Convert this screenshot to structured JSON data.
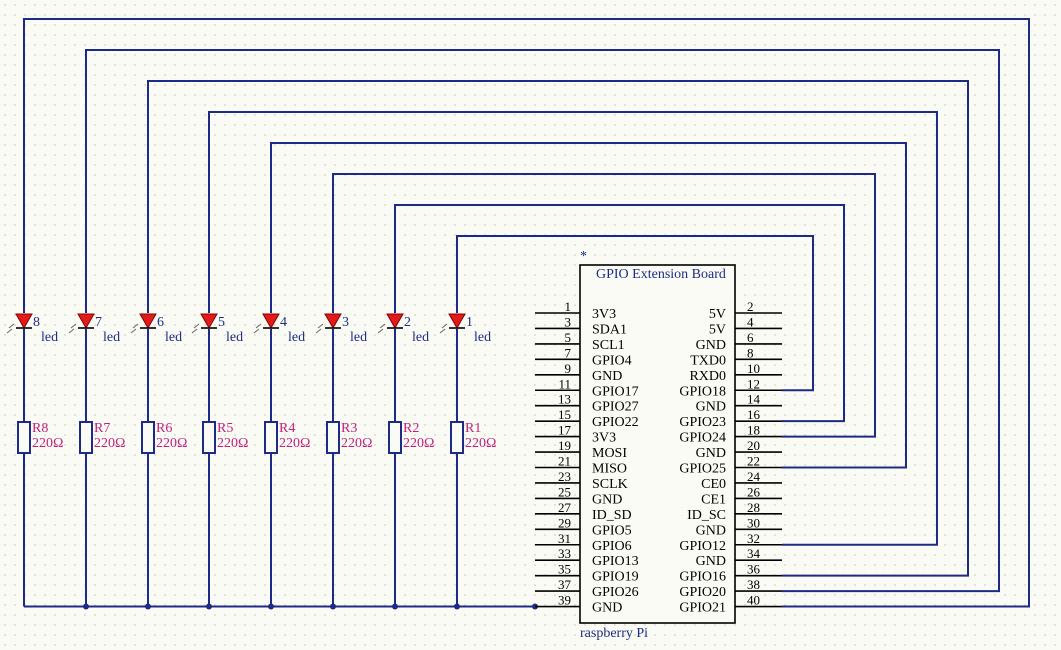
{
  "board": {
    "title": "GPIO Extension Board",
    "subtitle": "raspberry Pi",
    "marker": "*",
    "left_pins": [
      {
        "num": "1",
        "name": "3V3"
      },
      {
        "num": "3",
        "name": "SDA1"
      },
      {
        "num": "5",
        "name": "SCL1"
      },
      {
        "num": "7",
        "name": "GPIO4"
      },
      {
        "num": "9",
        "name": "GND"
      },
      {
        "num": "11",
        "name": "GPIO17"
      },
      {
        "num": "13",
        "name": "GPIO27"
      },
      {
        "num": "15",
        "name": "GPIO22"
      },
      {
        "num": "17",
        "name": "3V3"
      },
      {
        "num": "19",
        "name": "MOSI"
      },
      {
        "num": "21",
        "name": "MISO"
      },
      {
        "num": "23",
        "name": "SCLK"
      },
      {
        "num": "25",
        "name": "GND"
      },
      {
        "num": "27",
        "name": "ID_SD"
      },
      {
        "num": "29",
        "name": "GPIO5"
      },
      {
        "num": "31",
        "name": "GPIO6"
      },
      {
        "num": "33",
        "name": "GPIO13"
      },
      {
        "num": "35",
        "name": "GPIO19"
      },
      {
        "num": "37",
        "name": "GPIO26"
      },
      {
        "num": "39",
        "name": "GND"
      }
    ],
    "right_pins": [
      {
        "num": "2",
        "name": "5V"
      },
      {
        "num": "4",
        "name": "5V"
      },
      {
        "num": "6",
        "name": "GND"
      },
      {
        "num": "8",
        "name": "TXD0"
      },
      {
        "num": "10",
        "name": "RXD0"
      },
      {
        "num": "12",
        "name": "GPIO18"
      },
      {
        "num": "14",
        "name": "GND"
      },
      {
        "num": "16",
        "name": "GPIO23"
      },
      {
        "num": "18",
        "name": "GPIO24"
      },
      {
        "num": "20",
        "name": "GND"
      },
      {
        "num": "22",
        "name": "GPIO25"
      },
      {
        "num": "24",
        "name": "CE0"
      },
      {
        "num": "26",
        "name": "CE1"
      },
      {
        "num": "28",
        "name": "ID_SC"
      },
      {
        "num": "30",
        "name": "GND"
      },
      {
        "num": "32",
        "name": "GPIO12"
      },
      {
        "num": "34",
        "name": "GND"
      },
      {
        "num": "36",
        "name": "GPIO16"
      },
      {
        "num": "38",
        "name": "GPIO20"
      },
      {
        "num": "40",
        "name": "GPIO21"
      }
    ]
  },
  "channels": [
    {
      "led": "8",
      "led_type": "led",
      "resistor": "R8",
      "value": "220Ω",
      "pin": "40"
    },
    {
      "led": "7",
      "led_type": "led",
      "resistor": "R7",
      "value": "220Ω",
      "pin": "38"
    },
    {
      "led": "6",
      "led_type": "led",
      "resistor": "R6",
      "value": "220Ω",
      "pin": "36"
    },
    {
      "led": "5",
      "led_type": "led",
      "resistor": "R5",
      "value": "220Ω",
      "pin": "32"
    },
    {
      "led": "4",
      "led_type": "led",
      "resistor": "R4",
      "value": "220Ω",
      "pin": "22"
    },
    {
      "led": "3",
      "led_type": "led",
      "resistor": "R3",
      "value": "220Ω",
      "pin": "18"
    },
    {
      "led": "2",
      "led_type": "led",
      "resistor": "R2",
      "value": "220Ω",
      "pin": "16"
    },
    {
      "led": "1",
      "led_type": "led",
      "resistor": "R1",
      "value": "220Ω",
      "pin": "12"
    }
  ],
  "ground_pin": "39",
  "colors": {
    "wire": "#1e2b86",
    "led": "#e21a1a",
    "designator": "#c0217a",
    "pin": "#000000"
  }
}
